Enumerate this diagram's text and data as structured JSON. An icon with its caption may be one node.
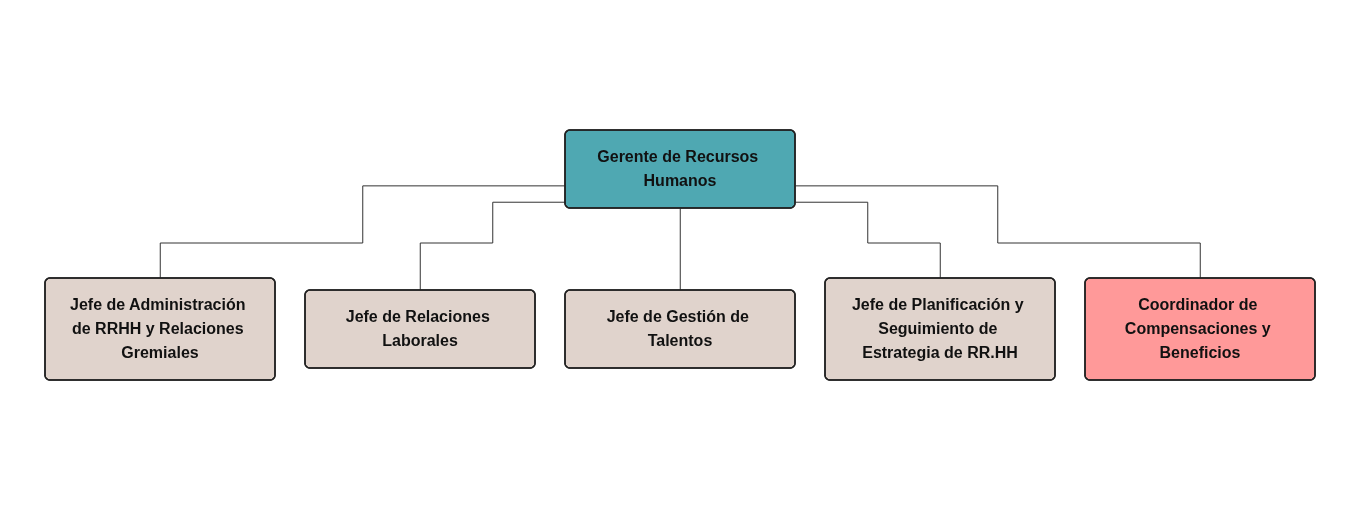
{
  "diagram": {
    "nodes": [
      {
        "text": [
          "Gerente de Recursos Humanos"
        ]
      },
      {
        "text": [
          "Jefe de Administración de RRHH y Relaciones Gremiales"
        ]
      },
      {
        "text": [
          "Jefe de Relaciones Laborales"
        ]
      },
      {
        "text": [
          "Jefe de Gestión de Talentos"
        ]
      },
      {
        "text": [
          "Jefe de Planificación y Seguimiento de Estrategia de RR.HH"
        ]
      },
      {
        "text": [
          "Coordinador de Compensaciones y Beneficios"
        ]
      }
    ],
    "edges": [
      {
        "from": 0,
        "to": 1,
        "arrow": "none"
      },
      {
        "from": 0,
        "to": 2,
        "arrow": "none"
      },
      {
        "from": 0,
        "to": 3,
        "arrow": "none"
      },
      {
        "from": 0,
        "to": 4,
        "arrow": "none"
      },
      {
        "from": 0,
        "to": 5,
        "arrow": "none"
      }
    ]
  }
}
